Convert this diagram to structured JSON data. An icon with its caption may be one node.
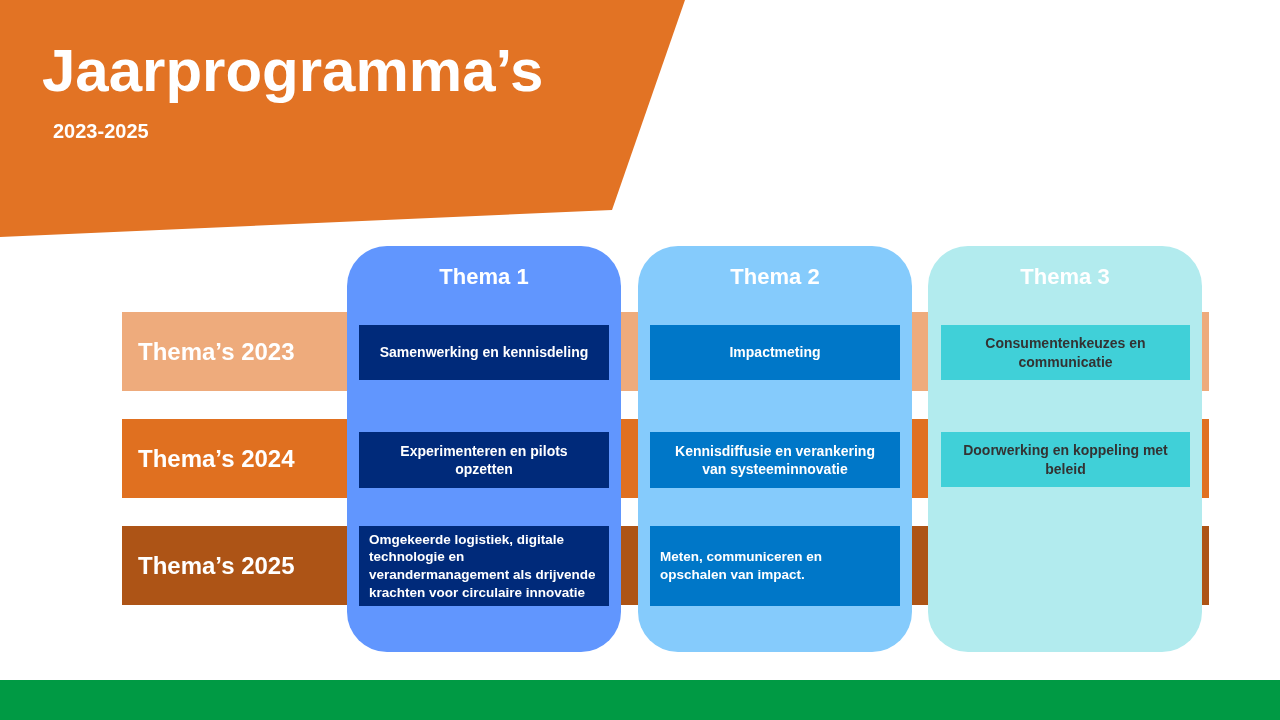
{
  "diagram": {
    "title": "Jaarprogramma’s",
    "nodes": [
      {
        "text": [
          "Thema’s 2023"
        ]
      },
      {
        "text": [
          "Thema’s 2024"
        ]
      },
      {
        "text": [
          "Thema’s 2025"
        ]
      },
      {
        "text": [
          "Thema 1"
        ]
      },
      {
        "text": [
          "Thema 2"
        ]
      },
      {
        "text": [
          "Thema 3"
        ]
      },
      {
        "text": [
          "Samenwerking en kennisdeling"
        ],
        "in": 3
      },
      {
        "text": [
          "Impactmeting"
        ],
        "in": 4
      },
      {
        "text": [
          "Consumentenkeuzes en communicatie"
        ],
        "in": 5
      },
      {
        "text": [
          "Experimenteren en pilots opzetten"
        ],
        "in": 3
      },
      {
        "text": [
          "Kennisdiffusie en verankering van systeeminnovatie"
        ],
        "in": 4
      },
      {
        "text": [
          "Doorwerking en koppeling met beleid"
        ],
        "in": 5
      },
      {
        "text": [
          "Omgekeerde logistiek, digitale technologie en verandermanagement als drijvende krachten voor circulaire innovatie"
        ],
        "in": 3
      },
      {
        "text": [
          "Meten, communiceren en opschalen van impact."
        ],
        "in": 4
      }
    ],
    "labels": [
      "2023-2025"
    ]
  }
}
